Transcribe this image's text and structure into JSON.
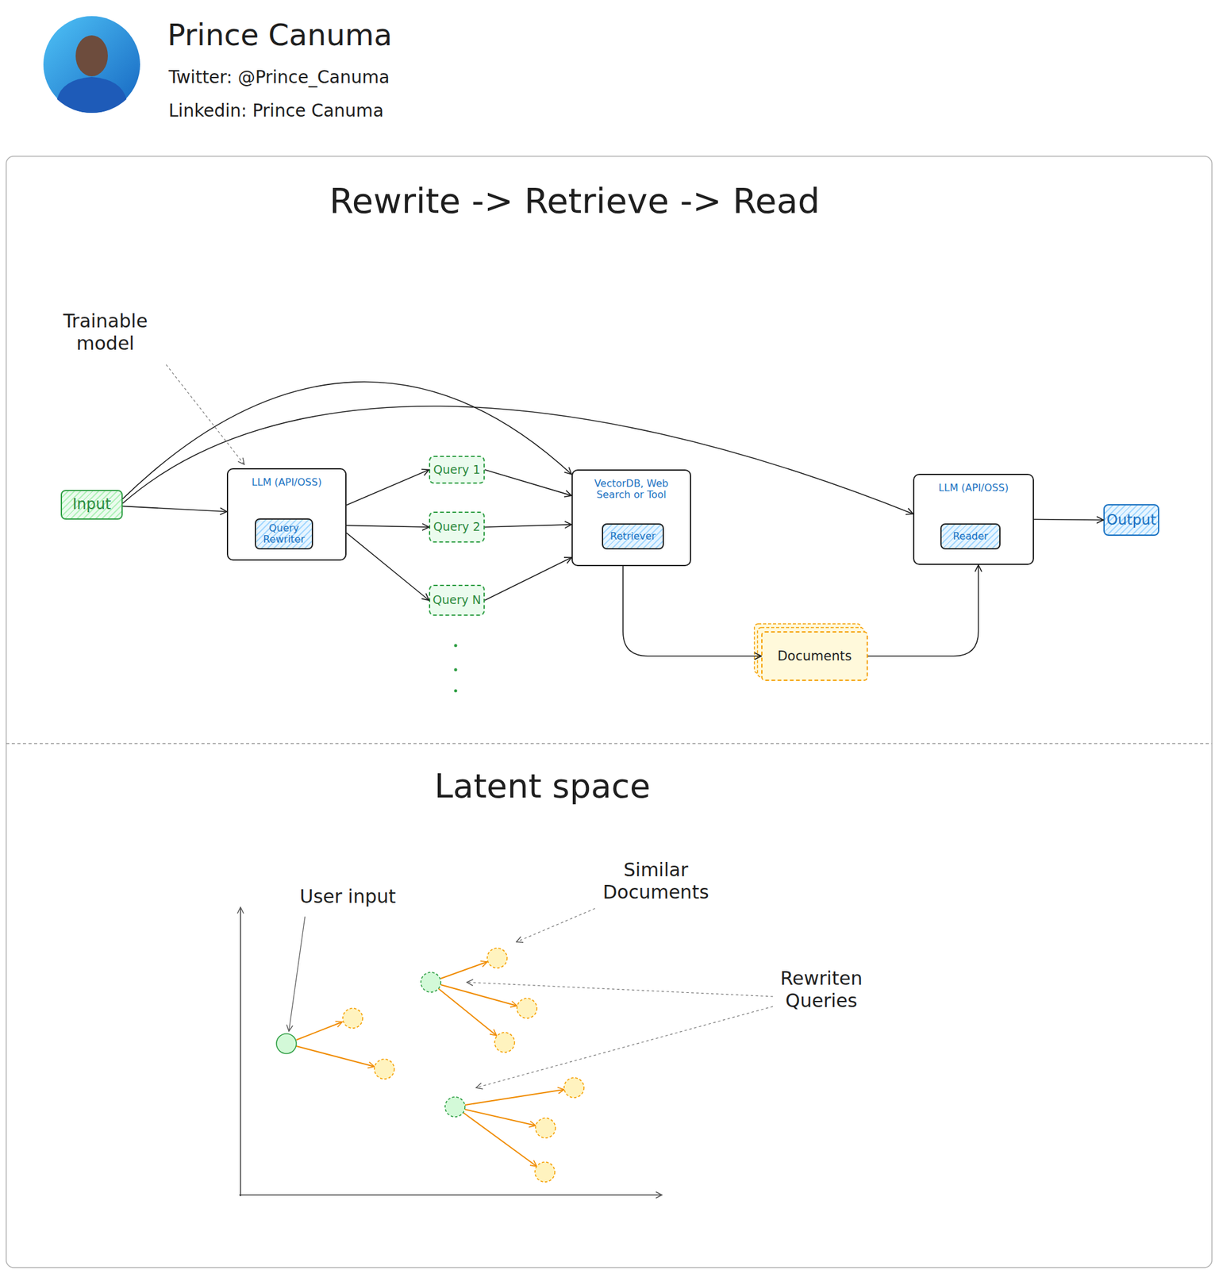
{
  "diagram": {
    "title": "Rewrite -> Retrieve -> Read",
    "nodes": [
      {
        "text": [
          "Input"
        ]
      },
      {
        "text": [
          "LLM (API/OSS)"
        ]
      },
      {
        "text": [
          "Query Rewriter"
        ],
        "in": 1
      },
      {
        "text": [
          "Query 1"
        ]
      },
      {
        "text": [
          "Query 2"
        ]
      },
      {
        "text": [
          "Query N"
        ]
      },
      {
        "text": [
          "VectorDB, Web Search or Tool"
        ]
      },
      {
        "text": [
          "Retriever"
        ],
        "in": 6
      },
      {
        "text": [
          "Documents"
        ]
      },
      {
        "text": [
          "LLM (API/OSS)"
        ]
      },
      {
        "text": [
          "Reader"
        ],
        "in": 9
      },
      {
        "text": [
          "Output"
        ]
      }
    ],
    "edges": [
      {
        "from": 0,
        "to": 1,
        "arrow": "to"
      },
      {
        "from": 0,
        "to": 6,
        "arrow": "to"
      },
      {
        "from": 0,
        "to": 9,
        "arrow": "to"
      },
      {
        "from": 1,
        "to": 3,
        "arrow": "to"
      },
      {
        "from": 1,
        "to": 4,
        "arrow": "to"
      },
      {
        "from": 1,
        "to": 5,
        "arrow": "to"
      },
      {
        "from": 3,
        "to": 6,
        "arrow": "to"
      },
      {
        "from": 4,
        "to": 6,
        "arrow": "to"
      },
      {
        "from": 5,
        "to": 6,
        "arrow": "to"
      },
      {
        "from": 6,
        "to": 8,
        "arrow": "to"
      },
      {
        "from": 8,
        "to": 9,
        "arrow": "to"
      },
      {
        "from": 9,
        "to": 11,
        "arrow": "to"
      }
    ],
    "labels": [
      "Prince Canuma",
      "Twitter: @Prince_Canuma",
      "Linkedin: Prince Canuma",
      "Trainable model",
      "Latent space",
      "User input",
      "Similar Documents",
      "Rewriten Queries"
    ]
  }
}
